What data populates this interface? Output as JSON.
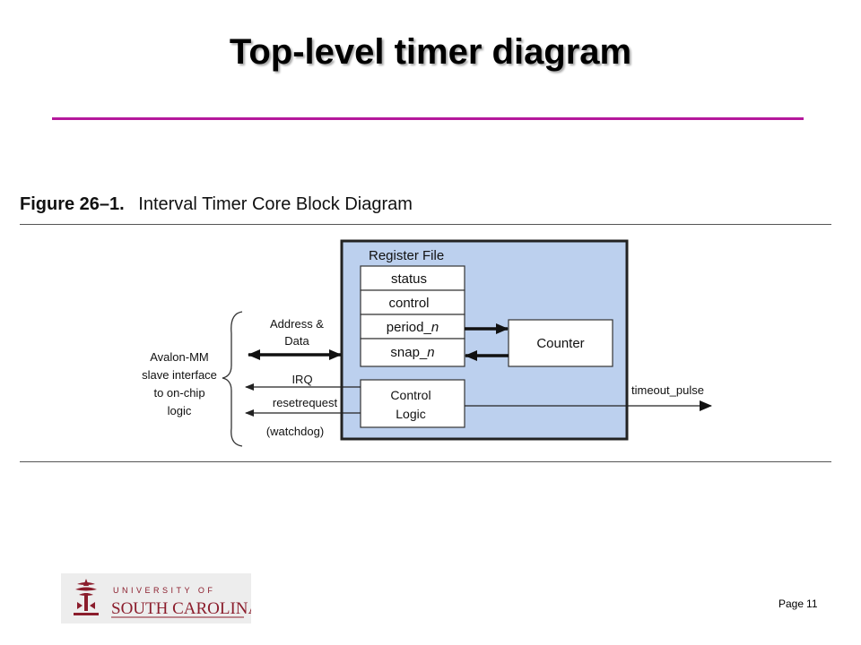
{
  "slide": {
    "title": "Top-level timer diagram",
    "page_label": "Page",
    "page_number": "11"
  },
  "figure": {
    "number": "Figure 26–1.",
    "caption": "Interval Timer Core Block Diagram",
    "register_file_label": "Register File",
    "registers": [
      {
        "name": "status",
        "suffix": ""
      },
      {
        "name": "control",
        "suffix": ""
      },
      {
        "name": "period_",
        "suffix": "n"
      },
      {
        "name": "snap_",
        "suffix": "n"
      }
    ],
    "counter_label": "Counter",
    "control_logic_lines": [
      "Control",
      "Logic"
    ],
    "interface_label_lines": [
      "Avalon-MM",
      "slave  interface",
      "to on-chip",
      "logic"
    ],
    "signals": {
      "address_data": [
        "Address &",
        "Data"
      ],
      "irq": "IRQ",
      "resetrequest": "resetrequest",
      "watchdog": "(watchdog)",
      "timeout_pulse": "timeout_pulse"
    },
    "colors": {
      "core_fill": "#bcd0ee",
      "border": "#222222",
      "title_rule": "#b5189c"
    }
  },
  "logo": {
    "top_line": "UNIVERSITY OF",
    "main_line": "SOUTH CAROLINA",
    "colors": {
      "garnet": "#8b1d2c"
    }
  }
}
